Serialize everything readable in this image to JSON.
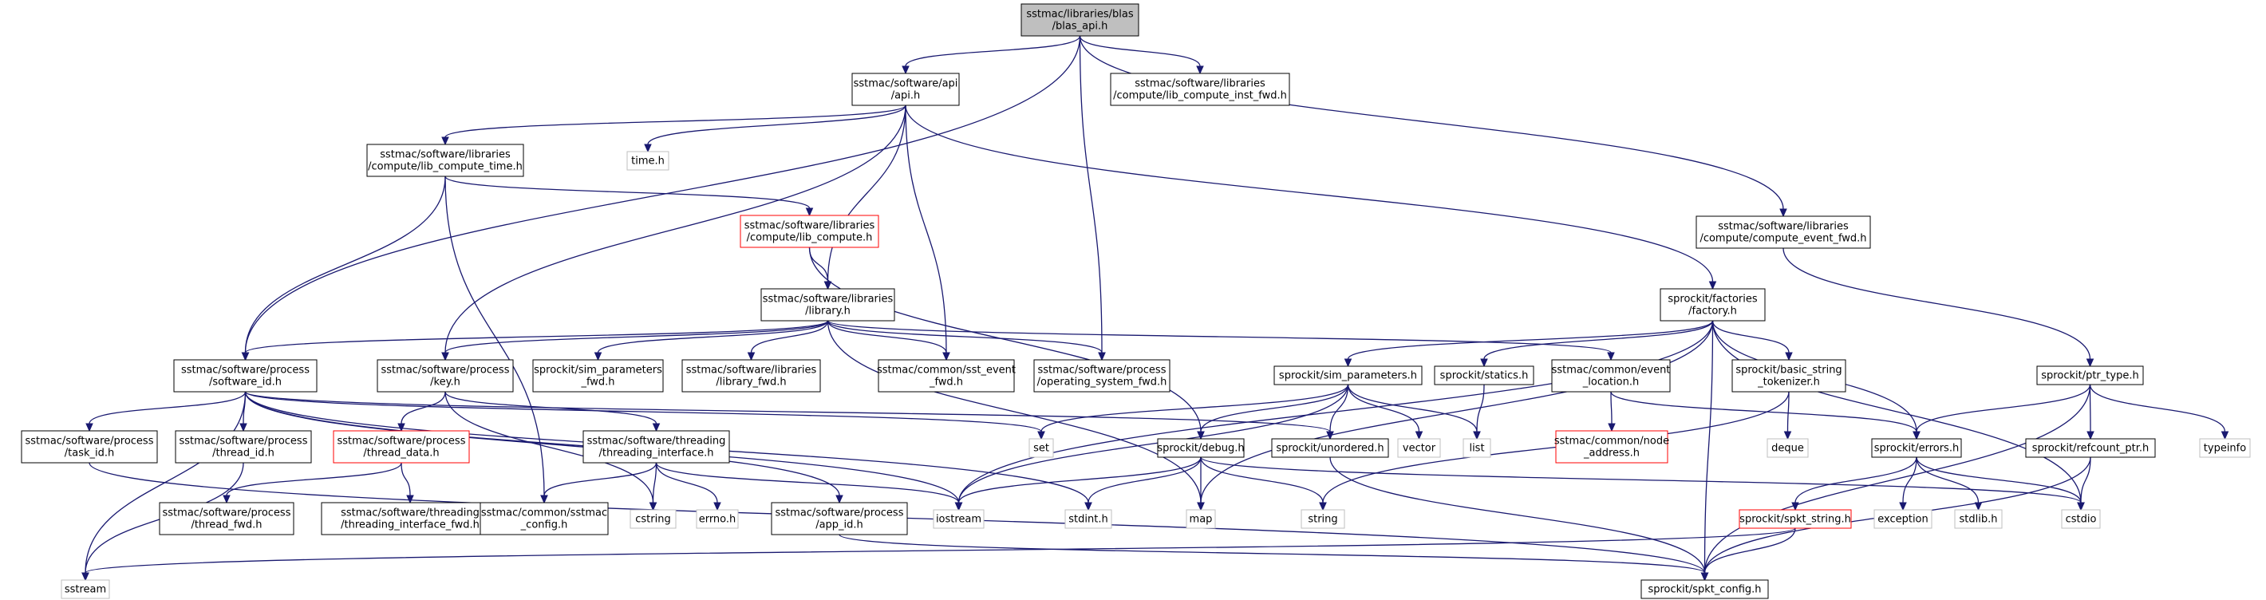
{
  "colors": {
    "edge": "#191970",
    "border_normal": "#000000",
    "border_external": "#bfbfbf",
    "border_truncated": "#ff0000",
    "root_fill": "#bfbfbf",
    "node_fill": "#ffffff"
  },
  "nodes": [
    {
      "id": "blas_api",
      "lines": [
        "sstmac/libraries/blas",
        "/blas_api.h"
      ],
      "kind": "root"
    },
    {
      "id": "api",
      "lines": [
        "sstmac/software/api",
        "/api.h"
      ],
      "kind": "normal"
    },
    {
      "id": "lib_compute_inst_fwd",
      "lines": [
        "sstmac/software/libraries",
        "/compute/lib_compute_inst_fwd.h"
      ],
      "kind": "normal"
    },
    {
      "id": "lib_compute_time",
      "lines": [
        "sstmac/software/libraries",
        "/compute/lib_compute_time.h"
      ],
      "kind": "normal"
    },
    {
      "id": "time_h",
      "lines": [
        "time.h"
      ],
      "kind": "external"
    },
    {
      "id": "lib_compute",
      "lines": [
        "sstmac/software/libraries",
        "/compute/lib_compute.h"
      ],
      "kind": "truncated"
    },
    {
      "id": "compute_event_fwd",
      "lines": [
        "sstmac/software/libraries",
        "/compute/compute_event_fwd.h"
      ],
      "kind": "normal"
    },
    {
      "id": "library",
      "lines": [
        "sstmac/software/libraries",
        "/library.h"
      ],
      "kind": "normal"
    },
    {
      "id": "factory",
      "lines": [
        "sprockit/factories",
        "/factory.h"
      ],
      "kind": "normal"
    },
    {
      "id": "software_id",
      "lines": [
        "sstmac/software/process",
        "/software_id.h"
      ],
      "kind": "normal"
    },
    {
      "id": "key",
      "lines": [
        "sstmac/software/process",
        "/key.h"
      ],
      "kind": "normal"
    },
    {
      "id": "sim_parameters_fwd",
      "lines": [
        "sprockit/sim_parameters",
        "_fwd.h"
      ],
      "kind": "normal"
    },
    {
      "id": "library_fwd",
      "lines": [
        "sstmac/software/libraries",
        "/library_fwd.h"
      ],
      "kind": "normal"
    },
    {
      "id": "sst_event_fwd",
      "lines": [
        "sstmac/common/sst_event",
        "_fwd.h"
      ],
      "kind": "normal"
    },
    {
      "id": "operating_system_fwd",
      "lines": [
        "sstmac/software/process",
        "/operating_system_fwd.h"
      ],
      "kind": "normal"
    },
    {
      "id": "event_location",
      "lines": [
        "sstmac/common/event",
        "_location.h"
      ],
      "kind": "normal"
    },
    {
      "id": "sim_parameters",
      "lines": [
        "sprockit/sim_parameters.h"
      ],
      "kind": "normal"
    },
    {
      "id": "statics",
      "lines": [
        "sprockit/statics.h"
      ],
      "kind": "normal"
    },
    {
      "id": "basic_string_tokenizer",
      "lines": [
        "sprockit/basic_string",
        "_tokenizer.h"
      ],
      "kind": "normal"
    },
    {
      "id": "ptr_type",
      "lines": [
        "sprockit/ptr_type.h"
      ],
      "kind": "normal"
    },
    {
      "id": "task_id",
      "lines": [
        "sstmac/software/process",
        "/task_id.h"
      ],
      "kind": "normal"
    },
    {
      "id": "thread_id",
      "lines": [
        "sstmac/software/process",
        "/thread_id.h"
      ],
      "kind": "normal"
    },
    {
      "id": "thread_data",
      "lines": [
        "sstmac/software/process",
        "/thread_data.h"
      ],
      "kind": "truncated"
    },
    {
      "id": "threading_interface",
      "lines": [
        "sstmac/software/threading",
        "/threading_interface.h"
      ],
      "kind": "normal"
    },
    {
      "id": "set",
      "lines": [
        "set"
      ],
      "kind": "external"
    },
    {
      "id": "debug",
      "lines": [
        "sprockit/debug.h"
      ],
      "kind": "normal"
    },
    {
      "id": "unordered",
      "lines": [
        "sprockit/unordered.h"
      ],
      "kind": "normal"
    },
    {
      "id": "vector",
      "lines": [
        "vector"
      ],
      "kind": "external"
    },
    {
      "id": "list",
      "lines": [
        "list"
      ],
      "kind": "external"
    },
    {
      "id": "node_address",
      "lines": [
        "sstmac/common/node",
        "_address.h"
      ],
      "kind": "truncated"
    },
    {
      "id": "deque",
      "lines": [
        "deque"
      ],
      "kind": "external"
    },
    {
      "id": "errors",
      "lines": [
        "sprockit/errors.h"
      ],
      "kind": "normal"
    },
    {
      "id": "refcount_ptr",
      "lines": [
        "sprockit/refcount_ptr.h"
      ],
      "kind": "normal"
    },
    {
      "id": "typeinfo",
      "lines": [
        "typeinfo"
      ],
      "kind": "external"
    },
    {
      "id": "thread_fwd",
      "lines": [
        "sstmac/software/process",
        "/thread_fwd.h"
      ],
      "kind": "normal"
    },
    {
      "id": "threading_interface_fwd",
      "lines": [
        "sstmac/software/threading",
        "/threading_interface_fwd.h"
      ],
      "kind": "normal"
    },
    {
      "id": "sstmac_config",
      "lines": [
        "sstmac/common/sstmac",
        "_config.h"
      ],
      "kind": "normal"
    },
    {
      "id": "cstring",
      "lines": [
        "cstring"
      ],
      "kind": "external"
    },
    {
      "id": "errno_h",
      "lines": [
        "errno.h"
      ],
      "kind": "external"
    },
    {
      "id": "app_id",
      "lines": [
        "sstmac/software/process",
        "/app_id.h"
      ],
      "kind": "normal"
    },
    {
      "id": "iostream",
      "lines": [
        "iostream"
      ],
      "kind": "external"
    },
    {
      "id": "stdint_h",
      "lines": [
        "stdint.h"
      ],
      "kind": "external"
    },
    {
      "id": "map",
      "lines": [
        "map"
      ],
      "kind": "external"
    },
    {
      "id": "string",
      "lines": [
        "string"
      ],
      "kind": "external"
    },
    {
      "id": "spkt_string",
      "lines": [
        "sprockit/spkt_string.h"
      ],
      "kind": "truncated"
    },
    {
      "id": "exception",
      "lines": [
        "exception"
      ],
      "kind": "external"
    },
    {
      "id": "stdlib_h",
      "lines": [
        "stdlib.h"
      ],
      "kind": "external"
    },
    {
      "id": "cstdio",
      "lines": [
        "cstdio"
      ],
      "kind": "external"
    },
    {
      "id": "sstream",
      "lines": [
        "sstream"
      ],
      "kind": "external"
    },
    {
      "id": "spkt_config",
      "lines": [
        "sprockit/spkt_config.h"
      ],
      "kind": "normal"
    }
  ],
  "edges": [
    [
      "blas_api",
      "api"
    ],
    [
      "blas_api",
      "lib_compute_inst_fwd"
    ],
    [
      "blas_api",
      "software_id"
    ],
    [
      "blas_api",
      "operating_system_fwd"
    ],
    [
      "blas_api",
      "compute_event_fwd"
    ],
    [
      "api",
      "lib_compute_time"
    ],
    [
      "api",
      "time_h"
    ],
    [
      "api",
      "library"
    ],
    [
      "api",
      "key"
    ],
    [
      "api",
      "sst_event_fwd"
    ],
    [
      "api",
      "factory"
    ],
    [
      "lib_compute_time",
      "lib_compute"
    ],
    [
      "lib_compute_time",
      "software_id"
    ],
    [
      "lib_compute_time",
      "sstmac_config"
    ],
    [
      "lib_compute",
      "library"
    ],
    [
      "lib_compute",
      "debug"
    ],
    [
      "compute_event_fwd",
      "ptr_type"
    ],
    [
      "library",
      "software_id"
    ],
    [
      "library",
      "key"
    ],
    [
      "library",
      "sim_parameters_fwd"
    ],
    [
      "library",
      "library_fwd"
    ],
    [
      "library",
      "sst_event_fwd"
    ],
    [
      "library",
      "operating_system_fwd"
    ],
    [
      "library",
      "event_location"
    ],
    [
      "library",
      "map"
    ],
    [
      "factory",
      "sim_parameters"
    ],
    [
      "factory",
      "statics"
    ],
    [
      "factory",
      "basic_string_tokenizer"
    ],
    [
      "factory",
      "errors"
    ],
    [
      "factory",
      "iostream"
    ],
    [
      "factory",
      "map"
    ],
    [
      "factory",
      "spkt_config"
    ],
    [
      "factory",
      "cstdio"
    ],
    [
      "software_id",
      "task_id"
    ],
    [
      "software_id",
      "thread_id"
    ],
    [
      "software_id",
      "sstream"
    ],
    [
      "software_id",
      "iostream"
    ],
    [
      "software_id",
      "app_id"
    ],
    [
      "software_id",
      "unordered"
    ],
    [
      "software_id",
      "stdint_h"
    ],
    [
      "software_id",
      "set"
    ],
    [
      "key",
      "thread_data"
    ],
    [
      "key",
      "threading_interface"
    ],
    [
      "key",
      "cstring"
    ],
    [
      "event_location",
      "node_address"
    ],
    [
      "event_location",
      "errors"
    ],
    [
      "sim_parameters",
      "set"
    ],
    [
      "sim_parameters",
      "debug"
    ],
    [
      "sim_parameters",
      "unordered"
    ],
    [
      "sim_parameters",
      "vector"
    ],
    [
      "sim_parameters",
      "list"
    ],
    [
      "sim_parameters",
      "iostream"
    ],
    [
      "statics",
      "list"
    ],
    [
      "basic_string_tokenizer",
      "deque"
    ],
    [
      "basic_string_tokenizer",
      "string"
    ],
    [
      "ptr_type",
      "errors"
    ],
    [
      "ptr_type",
      "refcount_ptr"
    ],
    [
      "ptr_type",
      "typeinfo"
    ],
    [
      "ptr_type",
      "spkt_config"
    ],
    [
      "task_id",
      "spkt_config"
    ],
    [
      "thread_id",
      "sstream"
    ],
    [
      "thread_data",
      "thread_fwd"
    ],
    [
      "thread_data",
      "threading_interface_fwd"
    ],
    [
      "threading_interface",
      "sstmac_config"
    ],
    [
      "threading_interface",
      "cstring"
    ],
    [
      "threading_interface",
      "errno_h"
    ],
    [
      "threading_interface",
      "iostream"
    ],
    [
      "app_id",
      "spkt_config"
    ],
    [
      "debug",
      "iostream"
    ],
    [
      "debug",
      "stdint_h"
    ],
    [
      "debug",
      "map"
    ],
    [
      "debug",
      "string"
    ],
    [
      "debug",
      "cstdio"
    ],
    [
      "unordered",
      "spkt_config"
    ],
    [
      "errors",
      "spkt_string"
    ],
    [
      "errors",
      "exception"
    ],
    [
      "errors",
      "stdlib_h"
    ],
    [
      "errors",
      "cstdio"
    ],
    [
      "refcount_ptr",
      "cstdio"
    ],
    [
      "refcount_ptr",
      "spkt_config"
    ],
    [
      "spkt_string",
      "sstream"
    ],
    [
      "spkt_string",
      "spkt_config"
    ]
  ]
}
